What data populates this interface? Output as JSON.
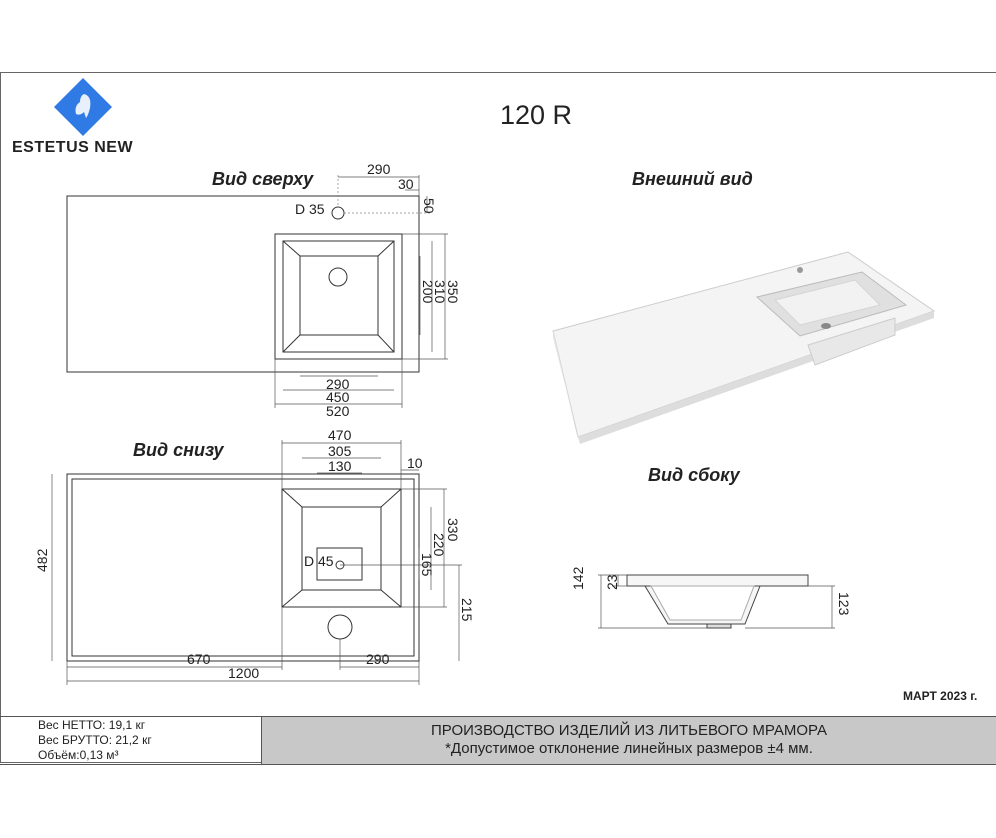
{
  "logo": {
    "brand": "ESTETUS NEW",
    "icon": "elephant-diamond-icon",
    "color": "#2f7ae5"
  },
  "title": "120 R",
  "views": {
    "top": "Вид сверху",
    "bottom": "Вид снизу",
    "exterior": "Внешний вид",
    "side": "Вид сбоку"
  },
  "top_dims": {
    "d_hole": "D 35",
    "w290": "290",
    "w30": "30",
    "h50": "50",
    "h350": "350",
    "h310": "310",
    "h200": "200",
    "b290": "290",
    "b450": "450",
    "b520": "520"
  },
  "bottom_dims": {
    "w470": "470",
    "w305": "305",
    "w130": "130",
    "w10": "10",
    "h330": "330",
    "h220": "220",
    "h165": "165",
    "h215": "215",
    "h482": "482",
    "w670": "670",
    "w290": "290",
    "w1200": "1200",
    "d_hole": "D 45"
  },
  "side_dims": {
    "h23": "23",
    "h142": "142",
    "h123": "123"
  },
  "date": "МАРТ 2023 г.",
  "specs": [
    "Вес НЕТТО: 19,1 кг",
    "Вес БРУТТО: 21,2 кг",
    "Объём:0,13 м³"
  ],
  "banner": {
    "line1": "ПРОИЗВОДСТВО ИЗДЕЛИЙ ИЗ ЛИТЬЕВОГО МРАМОРА",
    "line2": "*Допустимое отклонение линейных размеров ±4 мм."
  }
}
